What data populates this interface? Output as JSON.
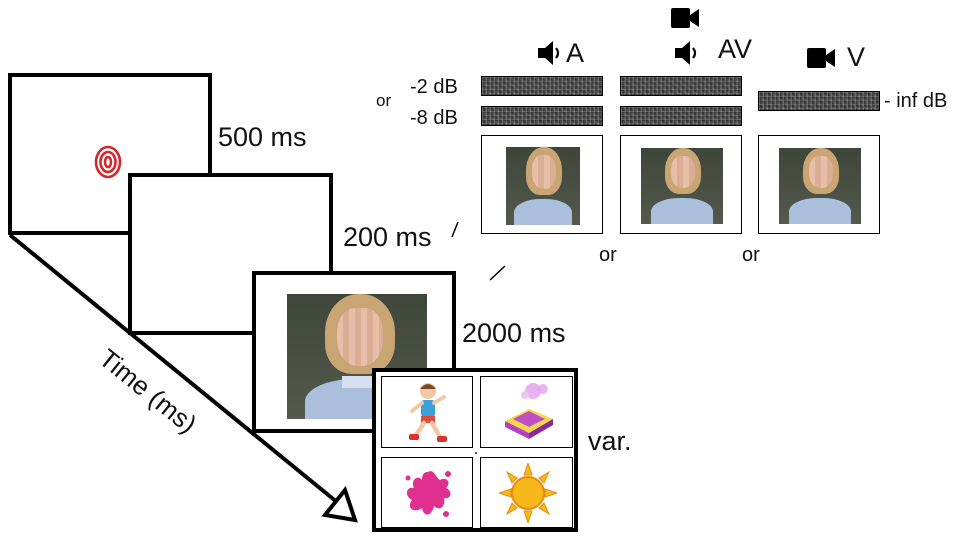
{
  "timeline": {
    "durations": {
      "fixation": "500 ms",
      "blank": "200 ms",
      "stimulus": "2000 ms",
      "response": "var."
    },
    "time_axis_label": "Time (ms)"
  },
  "conditions": {
    "labels": {
      "audio": "A",
      "audiovisual": "AV",
      "visual": "V"
    },
    "snr": {
      "high": "-2 dB",
      "low": "-8 dB",
      "or": "or",
      "visual_only": "- inf dB"
    },
    "separators": [
      "or",
      "or"
    ]
  },
  "icons": {
    "fixation": "bullseye-target-icon",
    "speaker": "speaker-icon",
    "camera": "video-camera-icon",
    "response_options": [
      "running-boy-icon",
      "eraser-icon",
      "paint-splash-icon",
      "sun-icon"
    ]
  },
  "colors": {
    "fixation": "#d6262c",
    "sun": "#f6b81a",
    "splash": "#e0308f",
    "eraser": "#c04fc6"
  }
}
